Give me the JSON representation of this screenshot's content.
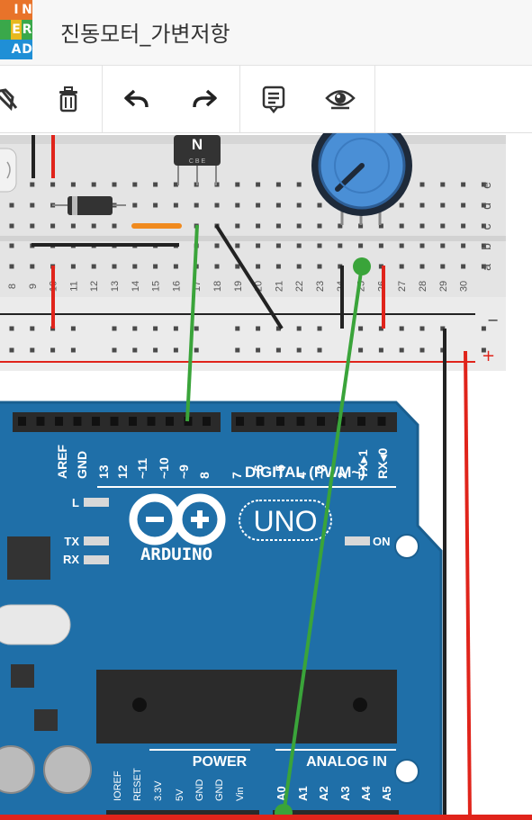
{
  "logo": {
    "letters": [
      "",
      "I",
      "N",
      "",
      "E",
      "R",
      "",
      "A",
      "D"
    ],
    "colors": [
      "#e8732a",
      "#e8732a",
      "#e8732a",
      "#3aa84a",
      "#e8b91e",
      "#3aa84a",
      "#1f8fd6",
      "#1f8fd6",
      "#1f8fd6"
    ]
  },
  "app": {
    "title": "진동모터_가변저항"
  },
  "toolbar": {
    "partial_icon": "rotate-icon",
    "delete_icon": "trash-icon",
    "undo_icon": "undo-icon",
    "redo_icon": "redo-icon",
    "notes_icon": "notes-icon",
    "view_icon": "eye-icon"
  },
  "breadboard": {
    "column_numbers": [
      "8",
      "9",
      "10",
      "11",
      "12",
      "13",
      "14",
      "15",
      "16",
      "17",
      "18",
      "19",
      "20",
      "21",
      "22",
      "23",
      "24",
      "25",
      "26",
      "27",
      "28",
      "29",
      "30"
    ],
    "row_letters": [
      "e",
      "d",
      "c",
      "b",
      "a"
    ],
    "rail_minus": "−",
    "rail_plus": "+"
  },
  "transistor": {
    "label": "N",
    "pins": "C B E"
  },
  "arduino": {
    "brand": "ARDUINO",
    "model": "UNO",
    "digital_label": "DIGITAL (PWM~)",
    "pin_labels": [
      "AREF",
      "GND",
      "13",
      "12",
      "~11",
      "~10",
      "~9",
      "8",
      "7",
      "~6",
      "~5",
      "4",
      "~3",
      "2",
      "TX▸1",
      "RX◂0"
    ],
    "led_l": "L",
    "led_tx": "TX",
    "led_rx": "RX",
    "led_on": "ON",
    "power_label": "POWER",
    "analog_label": "ANALOG IN",
    "power_pins": [
      "IOREF",
      "RESET",
      "3.3V",
      "5V",
      "GND",
      "GND",
      "Vin"
    ],
    "analog_pins": [
      "A0",
      "A1",
      "A2",
      "A3",
      "A4",
      "A5"
    ]
  },
  "colors": {
    "board_blue": "#1f6fa8",
    "wire_red": "#e0241b",
    "wire_green": "#3aa43a",
    "wire_black": "#222222",
    "orange": "#f08a1e",
    "pot_blue": "#4a8fd6"
  }
}
